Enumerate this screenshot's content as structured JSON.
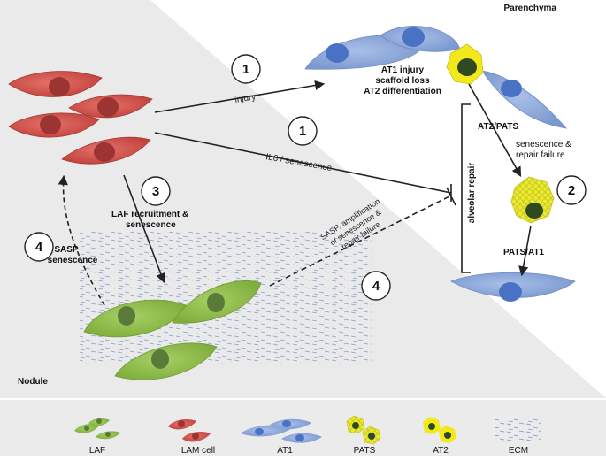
{
  "regions": {
    "parenchyma": "Parenchyma",
    "nodule": "Nodule"
  },
  "labels": {
    "injury": "injury",
    "il6": "IL6 / senescence",
    "at1_injury": [
      "AT1 injury",
      "scaffold loss",
      "AT2 differentiation"
    ],
    "at2_pats": "AT2/PATS",
    "senescence_repair": [
      "senescence &",
      "repair failure"
    ],
    "pats_at1": "PATS/AT1",
    "laf_recruit": [
      "LAF recruitment &",
      "senescence"
    ],
    "sasp_left": [
      "SASP",
      "senescence"
    ],
    "sasp_amp": [
      "SASP, amplification",
      "of senescence &",
      "repair failure"
    ],
    "alveolar_repair": "alveolar repair"
  },
  "steps": {
    "s1a": "1",
    "s1b": "1",
    "s2": "2",
    "s3": "3",
    "s4a": "4",
    "s4b": "4"
  },
  "legend": {
    "laf": "LAF",
    "lam": "LAM cell",
    "at1": "AT1",
    "pats": "PATS",
    "at2": "AT2",
    "ecm": "ECM"
  },
  "colors": {
    "lam_fill": "#d9554e",
    "lam_nucleus": "#9c3434",
    "at1_fill": "#8ca9dd",
    "at1_nucleus": "#4a72c4",
    "laf_fill": "#93c052",
    "laf_nucleus": "#5a7a3a",
    "at2_fill": "#f2e81a",
    "at2_nucleus": "#2f4a1e",
    "nodule_bg": "#e8e8e8",
    "legend_bg": "#ebebeb",
    "ecm": "#6d8fc9"
  }
}
